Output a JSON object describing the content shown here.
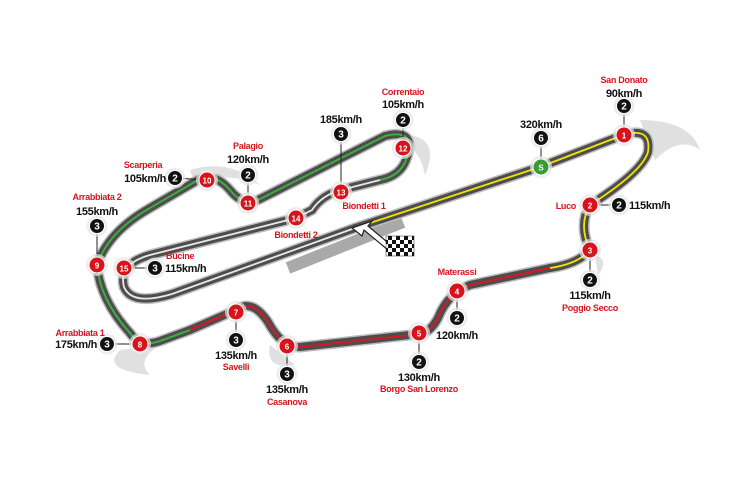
{
  "circuit": {
    "colors": {
      "track": "#4d4d4d",
      "track_edge": "#bdbdbd",
      "sector1": "#f2e600",
      "sector2": "#e0141e",
      "sector3": "#3cb43c",
      "sector4": "#e8e8e8",
      "corner_marker": "#d7141c",
      "speed_trap_marker": "#3a9b35",
      "gear_badge": "#111111"
    },
    "speed_trap": {
      "marker": "S",
      "gear": "6",
      "speed": "320km/h"
    },
    "corners": [
      {
        "number": "1",
        "name": "San Donato",
        "speed": "90km/h",
        "gear": "2"
      },
      {
        "number": "2",
        "name": "Luco",
        "speed": "115km/h",
        "gear": "2"
      },
      {
        "number": "3",
        "name": "Poggio Secco",
        "speed": "115km/h",
        "gear": "2"
      },
      {
        "number": "4",
        "name": "Materassi",
        "speed": "120km/h",
        "gear": "2"
      },
      {
        "number": "5",
        "name": "Borgo San Lorenzo",
        "speed": "130km/h",
        "gear": "2"
      },
      {
        "number": "6",
        "name": "Casanova",
        "speed": "135km/h",
        "gear": "3"
      },
      {
        "number": "7",
        "name": "Savelli",
        "speed": "135km/h",
        "gear": "3"
      },
      {
        "number": "8",
        "name": "Arrabbiata 1",
        "speed": "175km/h",
        "gear": "3"
      },
      {
        "number": "9",
        "name": "Arrabbiata 2",
        "speed": "155km/h",
        "gear": "3"
      },
      {
        "number": "10",
        "name": "Scarperia",
        "speed": "105km/h",
        "gear": "2"
      },
      {
        "number": "11",
        "name": "Palagio",
        "speed": "120km/h",
        "gear": "2"
      },
      {
        "number": "12",
        "name": "Correntaio",
        "speed": "105km/h",
        "gear": "2"
      },
      {
        "number": "13",
        "name": "Biondetti 1",
        "speed": "185km/h",
        "gear": "3"
      },
      {
        "number": "14",
        "name": "Biondetti 2",
        "speed": null,
        "gear": null
      },
      {
        "number": "15",
        "name": "Bucine",
        "speed": "115km/h",
        "gear": "3"
      }
    ]
  }
}
